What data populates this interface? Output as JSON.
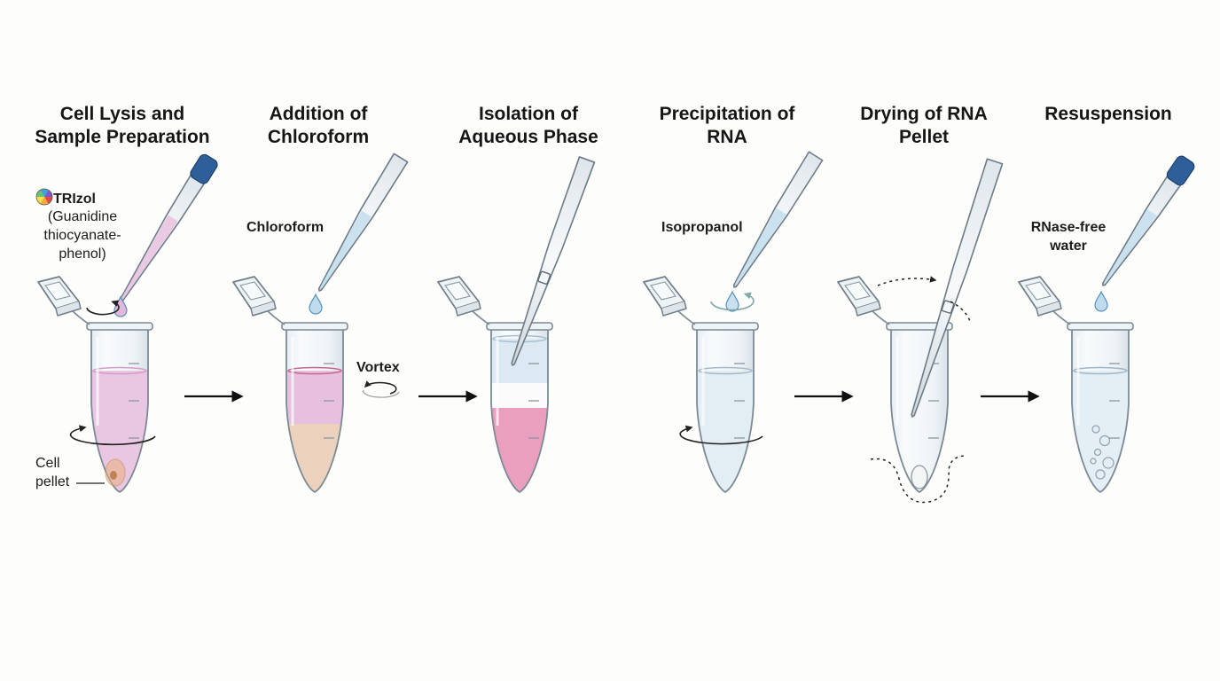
{
  "steps": [
    {
      "title": "Cell Lysis and\nSample Preparation"
    },
    {
      "title": "Addition of\nChloroform"
    },
    {
      "title": "Isolation of\nAqueous Phase"
    },
    {
      "title": "Precipitation of\nRNA"
    },
    {
      "title": "Drying of RNA\nPellet"
    },
    {
      "title": "Resuspension"
    }
  ],
  "labels": {
    "trizol_name": "TRIzol",
    "trizol_desc": "(Guanidine\nthiocyanate-\nphenol)",
    "cell_pellet": "Cell\npellet",
    "chloroform": "Chloroform",
    "vortex": "Vortex",
    "isopropanol": "Isopropanol",
    "rnase_free_water": "RNase-free\nwater"
  },
  "colors": {
    "trizol_pink": "#e9c6e2",
    "aqueous_pink": "#eb9fbf",
    "organic_beige": "#ecd2bd",
    "reagent_blue": "#c7e0ee",
    "pipette_cap": "#2f5f98",
    "pellet": "#e8b27e"
  }
}
